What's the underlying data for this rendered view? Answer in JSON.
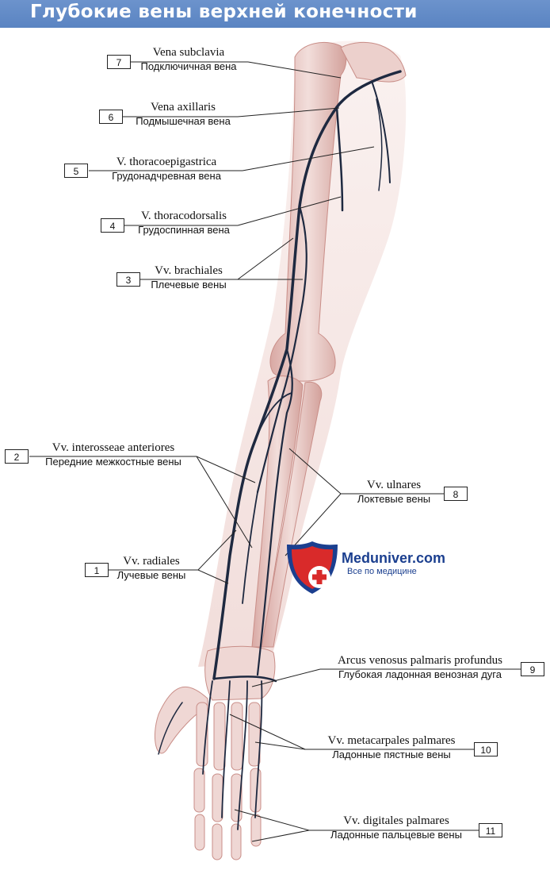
{
  "header": {
    "title": "Глубокие вены верхней конечности",
    "background": "#5f89c6"
  },
  "colors": {
    "bone": "#efd7d4",
    "bone_shade": "#c98e88",
    "vein": "#1e2940",
    "leader": "#222222"
  },
  "labels": [
    {
      "number": "7",
      "latin": "Vena subclavia",
      "russian": "Подключичная вена"
    },
    {
      "number": "6",
      "latin": "Vena axillaris",
      "russian": "Подмышечная вена"
    },
    {
      "number": "5",
      "latin": "V. thoracoepigastrica",
      "russian": "Грудонадчревная вена"
    },
    {
      "number": "4",
      "latin": "V. thoracodorsalis",
      "russian": "Грудоспинная вена"
    },
    {
      "number": "3",
      "latin": "Vv. brachiales",
      "russian": "Плечевые вены"
    },
    {
      "number": "2",
      "latin": "Vv. interosseae anteriores",
      "russian": "Передние межкостные вены"
    },
    {
      "number": "1",
      "latin": "Vv. radiales",
      "russian": "Лучевые вены"
    },
    {
      "number": "8",
      "latin": "Vv. ulnares",
      "russian": "Локтевые вены"
    },
    {
      "number": "9",
      "latin": "Arcus venosus palmaris profundus",
      "russian": "Глубокая ладонная венозная дуга"
    },
    {
      "number": "10",
      "latin": "Vv. metacarpales palmares",
      "russian": "Ладонные пястные вены"
    },
    {
      "number": "11",
      "latin": "Vv. digitales palmares",
      "russian": "Ладонные пальцевые вены"
    }
  ],
  "watermark": {
    "brand": "Meduniver.com",
    "tagline": "Все по медицине"
  }
}
